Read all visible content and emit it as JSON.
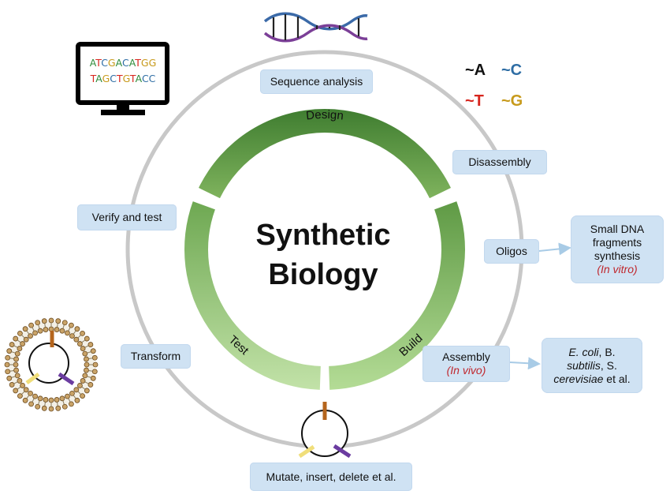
{
  "title_line1": "Synthetic",
  "title_line2": "Biology",
  "cycle": {
    "design": "Design",
    "build": "Build",
    "test": "Test"
  },
  "steps": {
    "sequence_analysis": "Sequence analysis",
    "disassembly": "Disassembly",
    "oligos": "Oligos",
    "assembly": "Assembly",
    "assembly_mode": "(In vivo)",
    "mutate": "Mutate, insert, delete et al.",
    "transform": "Transform",
    "verify": "Verify and test"
  },
  "outputs": {
    "fragments_line1": "Small DNA",
    "fragments_line2": "fragments",
    "fragments_line3": "synthesis",
    "fragments_mode": "(In vitro)",
    "hosts_line1a": "E. coli",
    "hosts_line1b": ", B.",
    "hosts_line2a": "subtilis",
    "hosts_line2b": ", S.",
    "hosts_line3a": "cerevisiae",
    "hosts_line3b": " et al."
  },
  "monitor": {
    "seq_top": [
      "A",
      "T",
      "C",
      "G",
      "A",
      "C",
      "A",
      "T",
      "G",
      "G"
    ],
    "seq_bottom": [
      "T",
      "A",
      "G",
      "C",
      "T",
      "G",
      "T",
      "A",
      "C",
      "C"
    ]
  },
  "nucleotides": [
    {
      "symbol": "~A",
      "color": "#111111"
    },
    {
      "symbol": "~C",
      "color": "#2e6da4"
    },
    {
      "symbol": "~T",
      "color": "#d7261e"
    },
    {
      "symbol": "~G",
      "color": "#c79a1b"
    }
  ],
  "base_colors": {
    "A": "#2e8b3a",
    "T": "#d7261e",
    "C": "#2e6da4",
    "G": "#c79a1b"
  },
  "colors": {
    "design": "#4e8a3a",
    "build": "#8dc46e",
    "test": "#9fcf83",
    "ring": "#c8c8c8",
    "box": "#cfe2f3"
  }
}
